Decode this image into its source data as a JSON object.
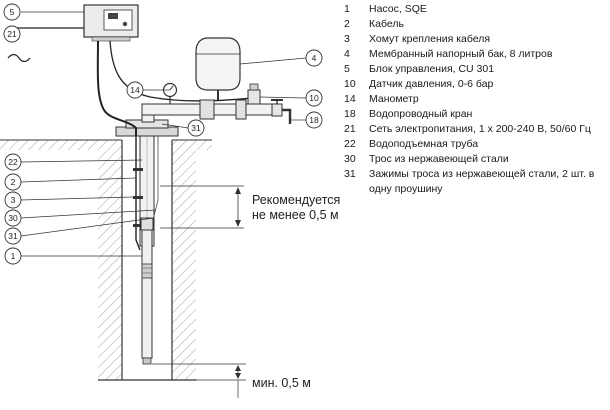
{
  "legend": [
    {
      "num": "1",
      "text": "Насос, SQE"
    },
    {
      "num": "2",
      "text": "Кабель"
    },
    {
      "num": "3",
      "text": "Хомут крепления кабеля"
    },
    {
      "num": "4",
      "text": "Мембранный напорный бак, 8 литров"
    },
    {
      "num": "5",
      "text": "Блок управления, CU 301"
    },
    {
      "num": "10",
      "text": "Датчик давления, 0-6 бар"
    },
    {
      "num": "14",
      "text": "Манометр"
    },
    {
      "num": "18",
      "text": "Водопроводный кран"
    },
    {
      "num": "21",
      "text": "Сеть электропитания, 1 x 200-240 В, 50/60 Гц"
    },
    {
      "num": "22",
      "text": "Водоподъемная труба"
    },
    {
      "num": "30",
      "text": "Трос из нержавеющей стали"
    },
    {
      "num": "31",
      "text": "Зажимы троса из нержавеющей стали, 2 шт. в одну проушину"
    }
  ],
  "callouts": {
    "c5": "5",
    "c21": "21",
    "c4": "4",
    "c14": "14",
    "c10": "10",
    "c31top": "31",
    "c18": "18",
    "c22": "22",
    "c2": "2",
    "c3": "3",
    "c30": "30",
    "c31": "31",
    "c1": "1"
  },
  "notes": {
    "recommended_line1": "Рекомендуется",
    "recommended_line2": "не менее 0,5 м",
    "minimum": "мин. 0,5 м"
  }
}
